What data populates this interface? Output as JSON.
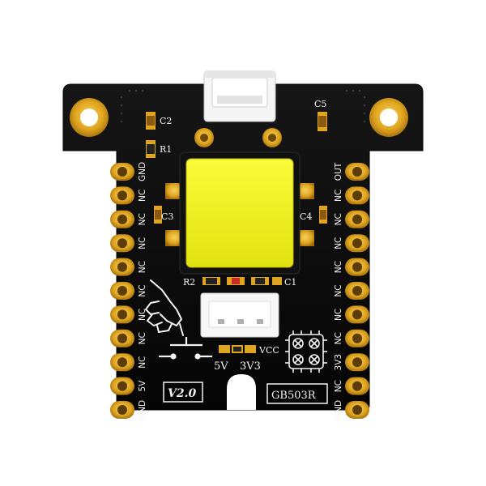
{
  "board": {
    "model": "GB503R",
    "version": "V2.0",
    "colors": {
      "pcb": "#0b0b0b",
      "gold": "#e0a51f",
      "gold_dark": "#a8750f",
      "button": "#f2f215",
      "silk": "#f2f2f2",
      "connector": "#f4f4f4"
    }
  },
  "labels": {
    "c1": "C1",
    "c2": "C2",
    "c3": "C3",
    "c4": "C4",
    "c5": "C5",
    "r1": "R1",
    "r2": "R2",
    "vcc": "VCC",
    "v5": "5V",
    "v3v3": "3V3"
  },
  "left_pins": [
    "GND",
    "NC",
    "NC",
    "NC",
    "NC",
    "NC",
    "NC",
    "NC",
    "NC",
    "5V",
    "GND"
  ],
  "right_pins": [
    "OUT",
    "NC",
    "NC",
    "NC",
    "NC",
    "NC",
    "NC",
    "NC",
    "3V3",
    "NC",
    "GND"
  ],
  "icons": [
    "hand-press-icon",
    "push-switch-symbol-icon",
    "chip-logo-icon",
    "mounting-hole-icon"
  ]
}
